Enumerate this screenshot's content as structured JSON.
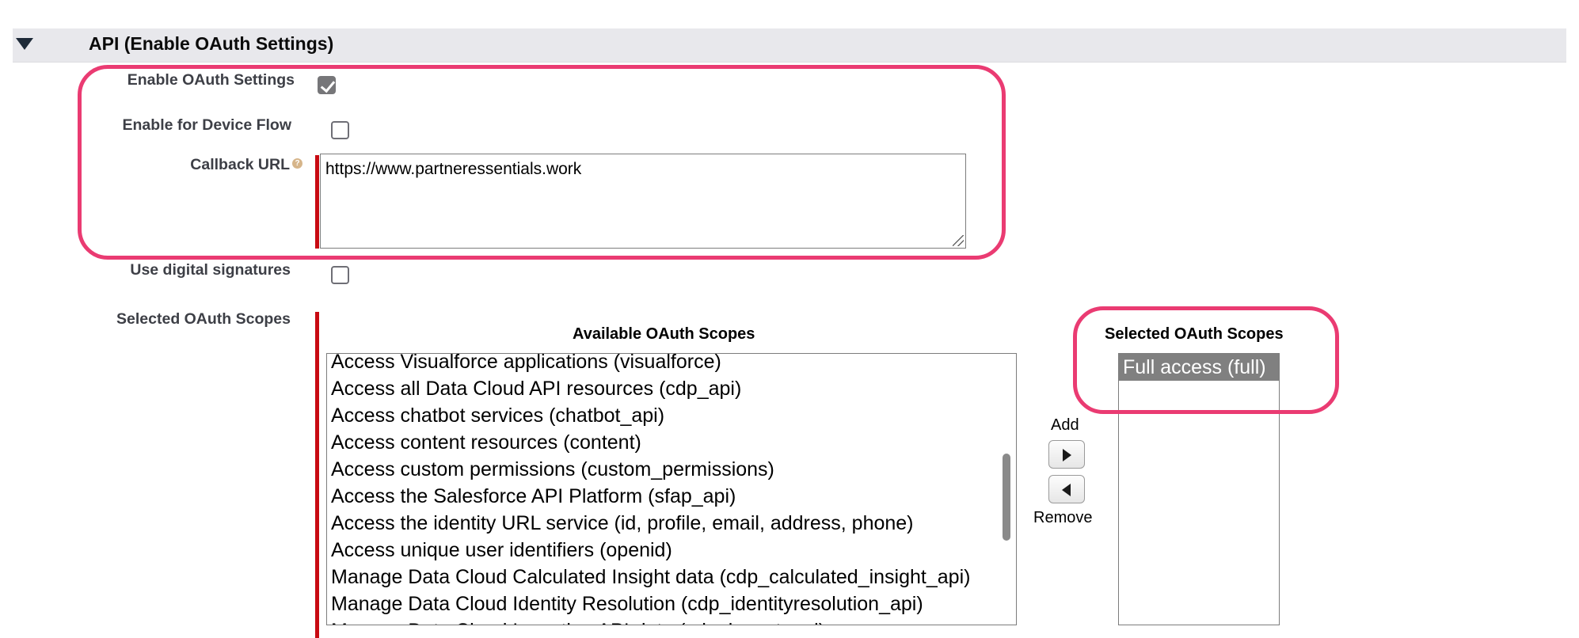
{
  "section": {
    "title": "API (Enable OAuth Settings)"
  },
  "fields": {
    "enable_oauth": {
      "label": "Enable OAuth Settings",
      "checked": true
    },
    "device_flow": {
      "label": "Enable for Device Flow",
      "checked": false
    },
    "callback_url": {
      "label": "Callback URL",
      "value": "https://www.partneressentials.work",
      "help_icon": "help-icon"
    },
    "digital_signatures": {
      "label": "Use digital signatures",
      "checked": false
    },
    "oauth_scopes_label": "Selected OAuth Scopes"
  },
  "scopes": {
    "available_title": "Available OAuth Scopes",
    "selected_title": "Selected OAuth Scopes",
    "available": [
      "Access Visualforce applications (visualforce)",
      "Access all Data Cloud API resources (cdp_api)",
      "Access chatbot services (chatbot_api)",
      "Access content resources (content)",
      "Access custom permissions (custom_permissions)",
      "Access the Salesforce API Platform (sfap_api)",
      "Access the identity URL service (id, profile, email, address, phone)",
      "Access unique user identifiers (openid)",
      "Manage Data Cloud Calculated Insight data (cdp_calculated_insight_api)",
      "Manage Data Cloud Identity Resolution (cdp_identityresolution_api)",
      "Manage Data Cloud Ingestion API data (cdp_ingest_api)"
    ],
    "selected": [
      "Full access (full)"
    ],
    "add_label": "Add",
    "remove_label": "Remove"
  },
  "colors": {
    "highlight": "#ea3b72",
    "required": "#c80a12",
    "selected_item_bg": "#808080"
  }
}
